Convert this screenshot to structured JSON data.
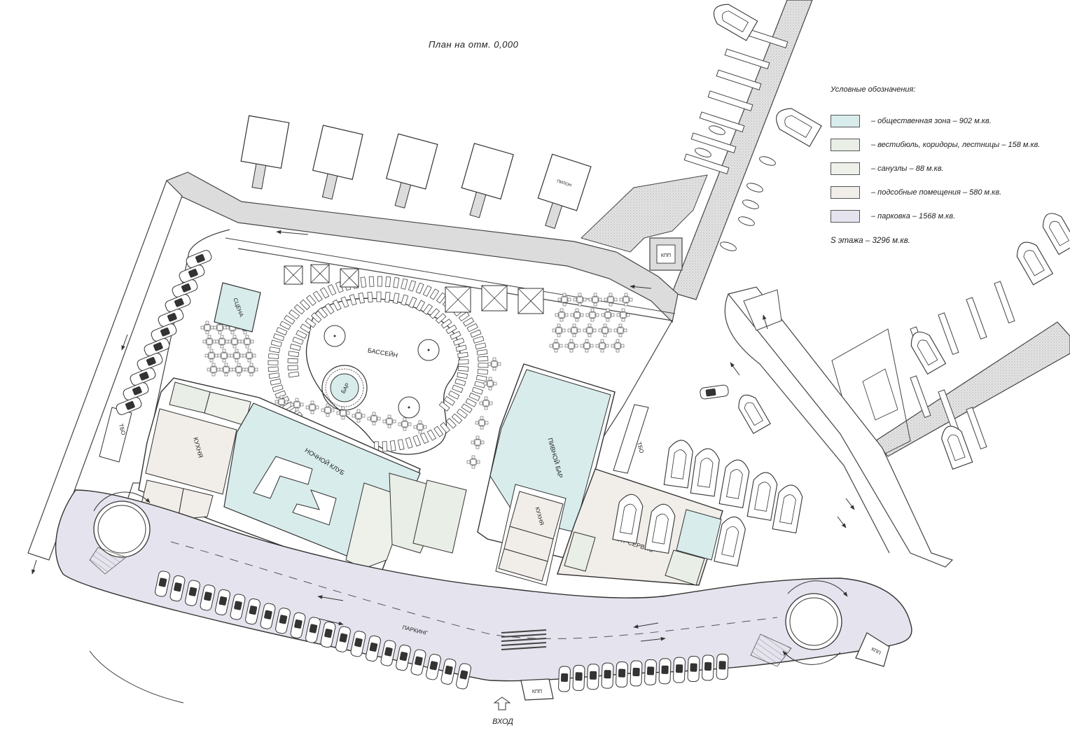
{
  "title": "План на отм. 0,000",
  "legend": {
    "title": "Условные обозначения:",
    "items": [
      {
        "color": "#d8ecec",
        "label": "– общественная зона – 902 м.кв."
      },
      {
        "color": "#e9eee6",
        "label": "– вестибюль, коридоры, лестницы – 158 м.кв."
      },
      {
        "color": "#edf1ea",
        "label": "– санузлы – 88 м.кв."
      },
      {
        "color": "#f1ede8",
        "label": "– подсобные помещения – 580 м.кв."
      },
      {
        "color": "#e5e4ee",
        "label": "– парковка – 1568 м.кв."
      }
    ],
    "total": "S этажа –   3296 м.кв."
  },
  "labels": {
    "pool": "БАССЕЙН",
    "bar": "БАР",
    "stage": "СЦЕНА",
    "nightclub": "НОЧНОЙ КЛУБ",
    "beer_bar": "ПИВНОЙ БАР",
    "kitchen": "КУХНЯ",
    "yacht_service": "ЯХТ-СЕРВИС",
    "parking": "ПАРКИНГ",
    "entrance": "ВХОД",
    "checkpoint": "КПП",
    "waste": "ТБО",
    "pylon": "ПИЛОН"
  },
  "colors": {
    "public": "#d8ecec",
    "lobby": "#e9eee6",
    "toilets": "#edf1ea",
    "utility": "#f1ede8",
    "parking": "#e5e4ee",
    "road": "#dcdcdc",
    "line": "#333333"
  }
}
